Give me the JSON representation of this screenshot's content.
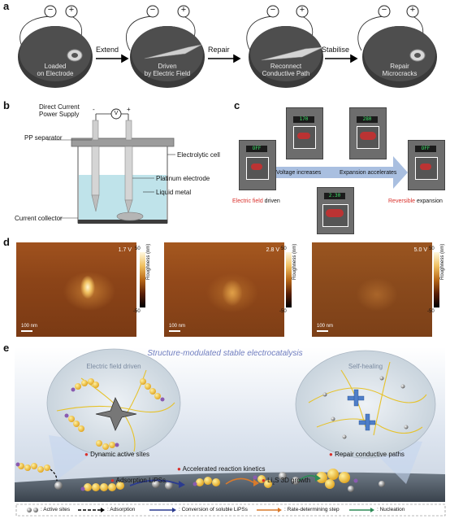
{
  "panel_a": {
    "label": "a",
    "steps": [
      {
        "line1": "Loaded",
        "line2": "on Electrode"
      },
      {
        "line1": "Driven",
        "line2": "by Electric Field"
      },
      {
        "line1": "Reconnect",
        "line2": "Conductive Path"
      },
      {
        "line1": "Repair",
        "line2": "Microcracks"
      }
    ],
    "arrows": [
      "Extend",
      "Repair",
      "Stabilise"
    ],
    "minus": "−",
    "plus": "+"
  },
  "panel_b": {
    "label": "b",
    "dc_line1": "Direct Current",
    "dc_line2": "Power Supply",
    "voltmeter": "V",
    "minus": "-",
    "plus": "+",
    "pp_separator": "PP separator",
    "electrolytic_cell": "Electrolytic cell",
    "platinum_electrode": "Platinum electrode",
    "liquid_metal": "Liquid metal",
    "current_collector": "Current collector"
  },
  "panel_c": {
    "label": "c",
    "displays": [
      "OFF",
      "170",
      "280",
      "2.30",
      "OFF"
    ],
    "voltage_increases": "Voltage increases",
    "expansion_accelerates": "Expansion accelerates",
    "left_red": "Electric field",
    "left_black": " driven",
    "right_red": "Reversible",
    "right_black": " expansion"
  },
  "panel_d": {
    "label": "d",
    "maps": [
      {
        "voltage": "1.7 V",
        "scale": "100 nm"
      },
      {
        "voltage": "2.8 V",
        "scale": "100 nm"
      },
      {
        "voltage": "5.0 V",
        "scale": "100 nm"
      }
    ],
    "colorbar_top": "50",
    "colorbar_bottom": "-50",
    "colorbar_title": "Roughness (nm)"
  },
  "panel_e": {
    "label": "e",
    "title": "Structure-modulated stable electrocatalysis",
    "left_bubble_title": "Electric field driven",
    "right_bubble_title": "Self-healing",
    "dynamic_sites": "Dynamic active sites",
    "repair_paths": "Repair conductive paths",
    "accelerated": "Accelerated reaction kinetics",
    "adsorption": "Adsorption LiPSs",
    "li2s": "Li",
    "li2s_sub": "2",
    "li2s_rest": "S 3D growth",
    "legend": [
      {
        "key": "active",
        "text": ": Active sites"
      },
      {
        "key": "adsorption",
        "text": ": Adsorption"
      },
      {
        "key": "conversion",
        "text": ": Conversion of soluble LiPSs"
      },
      {
        "key": "rds",
        "text": ": Rate-determining step"
      },
      {
        "key": "nucleation",
        "text": ": Nucleation"
      }
    ],
    "colors": {
      "blue_arrow": "#2b3b8f",
      "orange_arrow": "#d97a2b",
      "green_arrow": "#2e8b57",
      "red_dot": "#d9302b"
    }
  }
}
